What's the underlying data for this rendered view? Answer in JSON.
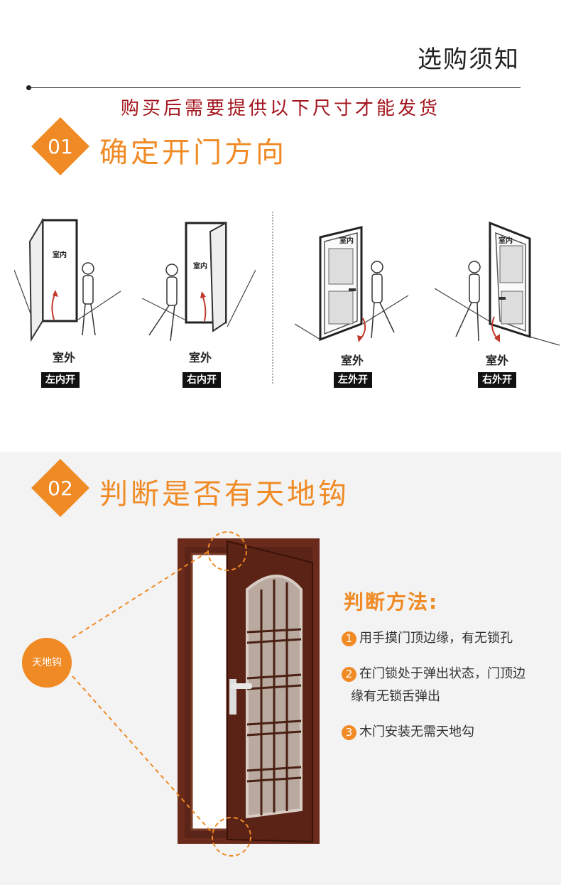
{
  "header": {
    "title": "选购须知",
    "notice": "购买后需要提供以下尺寸才能发货"
  },
  "section1": {
    "number": "01",
    "title": "确定开门方向",
    "diagrams": [
      {
        "inside": "室内",
        "outside": "室外",
        "tag": "左内开"
      },
      {
        "inside": "室内",
        "outside": "室外",
        "tag": "右内开"
      },
      {
        "inside": "室内",
        "outside": "室外",
        "tag": "左外开"
      },
      {
        "inside": "室内",
        "outside": "室外",
        "tag": "右外开"
      }
    ]
  },
  "section2": {
    "number": "02",
    "title": "判断是否有天地钩",
    "hook_label": "天地钩",
    "method_title": "判断方法:",
    "items": [
      {
        "num": "1",
        "line1": "用手摸门顶边缘，有无锁孔",
        "line2": ""
      },
      {
        "num": "2",
        "line1": "在门锁处于弹出状态，门顶边",
        "line2": "缘有无锁舌弹出"
      },
      {
        "num": "3",
        "line1": "木门安装无需天地勾",
        "line2": ""
      }
    ]
  },
  "colors": {
    "accent": "#f08a24",
    "notice": "#a3141c",
    "door": "#5a2418"
  }
}
